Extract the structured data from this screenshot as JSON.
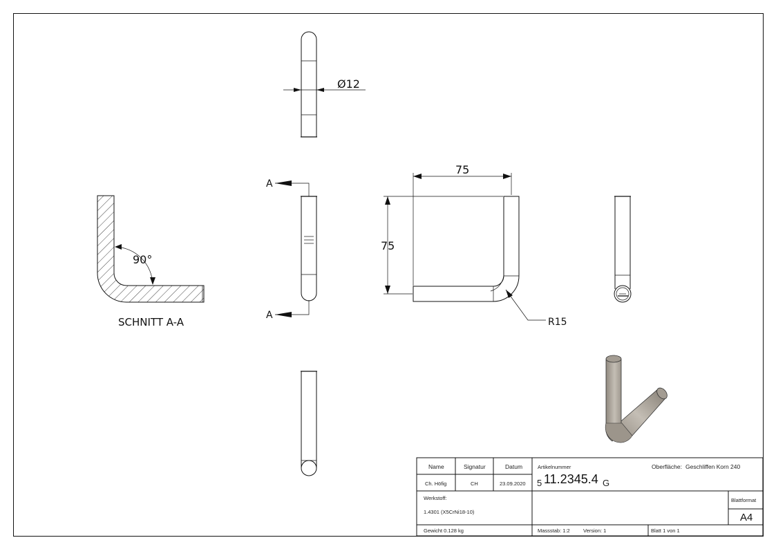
{
  "views": {
    "top": {
      "diameter_label": "Ø12"
    },
    "section": {
      "angle_label": "90°",
      "caption": "SCHNITT A-A"
    },
    "side": {
      "cut_label_top": "A",
      "cut_label_bottom": "A"
    },
    "front": {
      "width_label": "75",
      "height_label": "75",
      "radius_label": "R15"
    }
  },
  "colors": {
    "line": "#111111",
    "tube_fill": "#b2aca3",
    "tube_shade": "#8e877d"
  },
  "title_block": {
    "headers": {
      "name": "Name",
      "signature": "Signatur",
      "date": "Datum"
    },
    "name": "Ch. Höfig",
    "signature": "CH",
    "date": "23.09.2020",
    "article_label": "Artikelnummer",
    "article_prefix": "5",
    "article_number": "11.2345.4",
    "article_suffix": "G",
    "surface_label": "Oberfläche:",
    "surface_value": "Geschliffen Korn 240",
    "material_label": "Werkstoff:",
    "material_value": "1.4301 (X5CrNi18-10)",
    "format_label": "Blattformat",
    "format_value": "A4",
    "weight": "Gewicht 0.128 kg",
    "scale": "Massstab: 1:2",
    "version": "Version: 1",
    "sheet": "Blatt 1 von 1"
  }
}
